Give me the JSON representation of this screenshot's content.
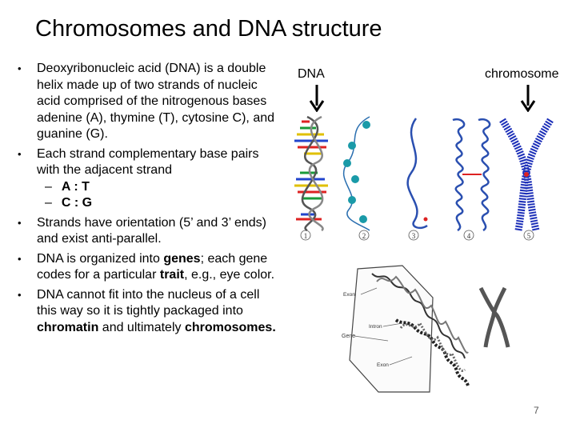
{
  "slide": {
    "title": "Chromosomes and DNA structure",
    "page_number": "7"
  },
  "bullets": {
    "b1": "Deoxyribonucleic acid (DNA) is a double helix made up of two strands of nucleic acid comprised of the nitrogenous bases adenine (A), thymine (T), cytosine C), and guanine (G).",
    "b2": "Each strand complementary base pairs with the adjacent strand",
    "sub1": "A : T",
    "sub2": "C : G",
    "b3": "Strands have orientation (5’ and 3’ ends) and exist anti-parallel.",
    "b4_pre": "DNA is organized into ",
    "b4_genes": "genes",
    "b4_mid": "; each gene codes for a particular ",
    "b4_trait": "trait",
    "b4_post": ", e.g., eye color.",
    "b5_pre": "DNA cannot fit into the nucleus of a cell this way so it is tightly packaged into ",
    "b5_chromatin": "chromatin",
    "b5_mid": " and ultimately ",
    "b5_chromosomes": "chromosomes."
  },
  "figure": {
    "dna_label": "DNA",
    "chromosome_label": "chromosome",
    "stages": [
      "1",
      "2",
      "3",
      "4",
      "5"
    ],
    "gene_labels": {
      "exon_top": "Exon",
      "intron": "Intron",
      "gene": "Gene",
      "exon_bottom": "Exon"
    }
  }
}
